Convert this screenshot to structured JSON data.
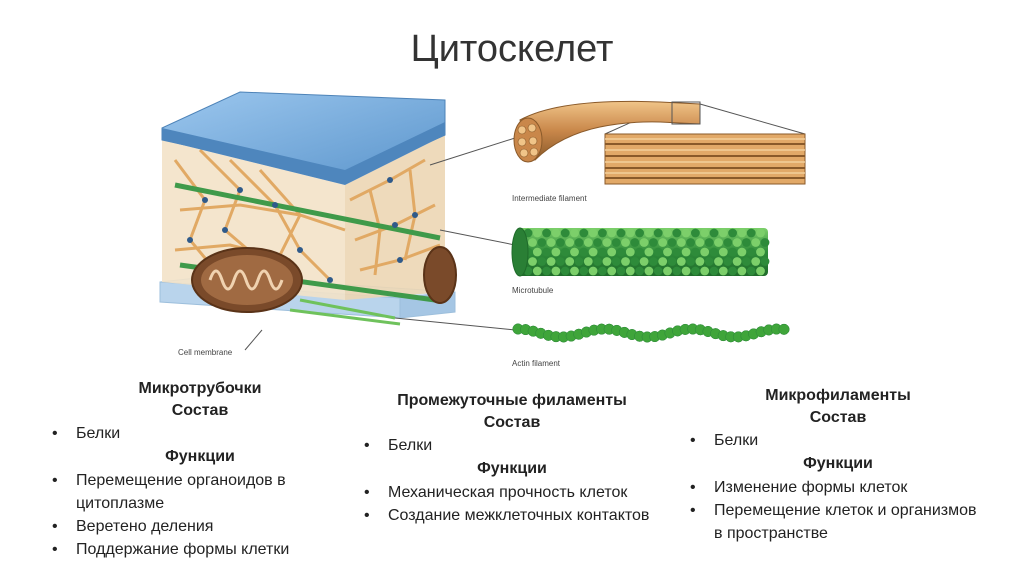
{
  "title": "Цитоскелет",
  "diagram": {
    "labels": {
      "intermediate": "Intermediate filament",
      "microtubule": "Microtubule",
      "actin": "Actin filament",
      "membrane": "Cell membrane"
    },
    "colors": {
      "membrane_top": "#6fa8d8",
      "intermediate": "#d9a35c",
      "microtubule_dark": "#2e8b3a",
      "microtubule_light": "#7ccf6a",
      "actin": "#5cbf4a",
      "mitochondrion": "#7a4a2a"
    }
  },
  "columns": [
    {
      "heading1": "Микротрубочки",
      "heading2": "Состав",
      "composition": [
        "Белки"
      ],
      "functions_label": "Функции",
      "functions": [
        "Перемещение органоидов в цитоплазме",
        "Веретено деления",
        "Поддержание формы клетки"
      ]
    },
    {
      "heading1": "Промежуточные филаменты",
      "heading2": "Состав",
      "composition": [
        "Белки"
      ],
      "functions_label": "Функции",
      "functions": [
        "Механическая прочность клеток",
        "Создание межклеточных контактов"
      ]
    },
    {
      "heading1": "Микрофиламенты",
      "heading2": "Состав",
      "composition": [
        "Белки"
      ],
      "functions_label": "Функции",
      "functions": [
        "Изменение формы клеток",
        "Перемещение клеток и организмов в пространстве"
      ]
    }
  ]
}
